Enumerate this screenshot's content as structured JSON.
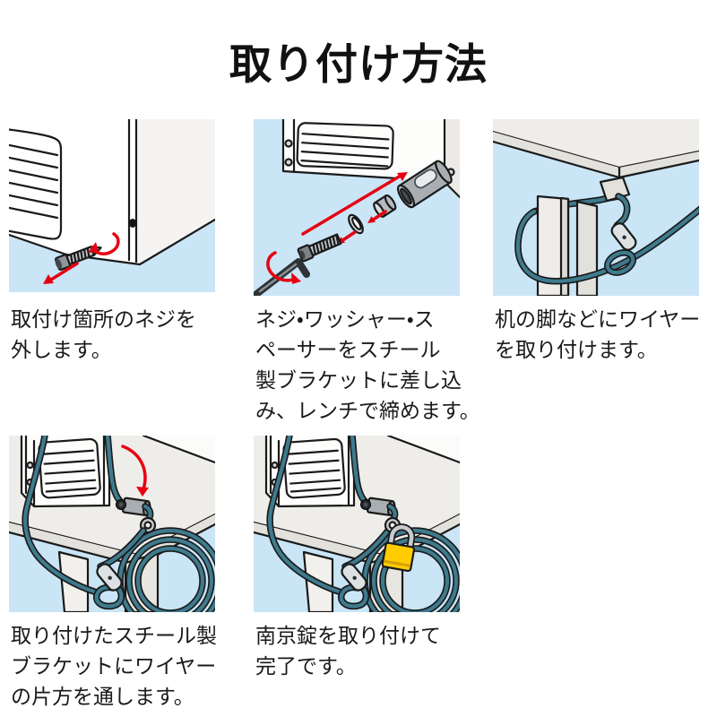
{
  "title": "取り付け方法",
  "steps": [
    {
      "caption": "取付け箇所のネジを\n外します。",
      "illustration": "remove-screw"
    },
    {
      "caption": "ネジ・ワッシャー・ス\nペーサーをスチール\n製ブラケットに差し込\nみ、レンチで締めます。",
      "illustration": "insert-parts-into-bracket"
    },
    {
      "caption": "机の脚などにワイヤー\nを取り付けます。",
      "illustration": "attach-wire-to-desk-leg"
    },
    {
      "caption": "取り付けたスチール製\nブラケットにワイヤー\nの片方を通します。",
      "illustration": "pass-wire-through-bracket"
    },
    {
      "caption": "南京錠を取り付けて\n完了です。",
      "illustration": "attach-padlock-complete"
    }
  ],
  "colors": {
    "panel_blue": "#c9e5f6",
    "outline": "#1a1a1a",
    "wire_teal": "#3f7a8d",
    "arrow_red": "#e60012",
    "padlock_yellow": "#ffcc00",
    "metal_gray": "#9aa0a5",
    "metal_light": "#c6cbcf",
    "surface_gray": "#efede9",
    "surface_shade": "#e3e1dc",
    "text_black": "#1a1a1a"
  }
}
